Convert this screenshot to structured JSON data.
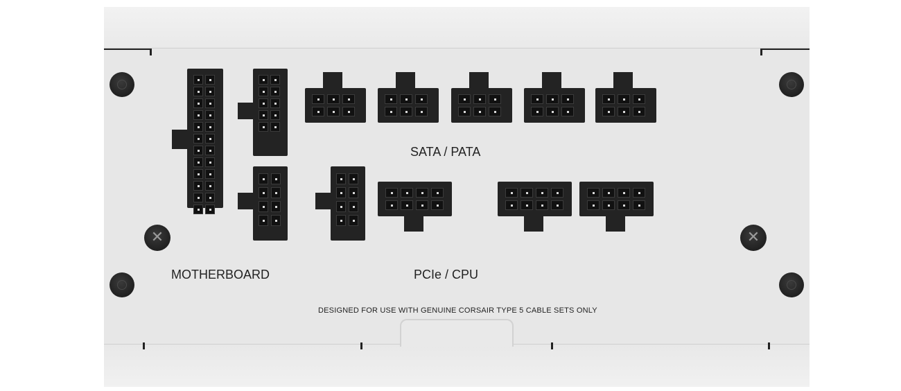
{
  "labels": {
    "motherboard": "MOTHERBOARD",
    "sata_pata": "SATA / PATA",
    "pcie_cpu": "PCIe / CPU",
    "notice": "DESIGNED FOR USE WITH GENUINE CORSAIR TYPE 5 CABLE SETS ONLY"
  },
  "icons": {
    "screw": "round-screw-icon",
    "cross_screw": "cross-screw-icon"
  },
  "colors": {
    "housing": "#e7e7e7",
    "connector": "#232323",
    "text": "#222222"
  }
}
